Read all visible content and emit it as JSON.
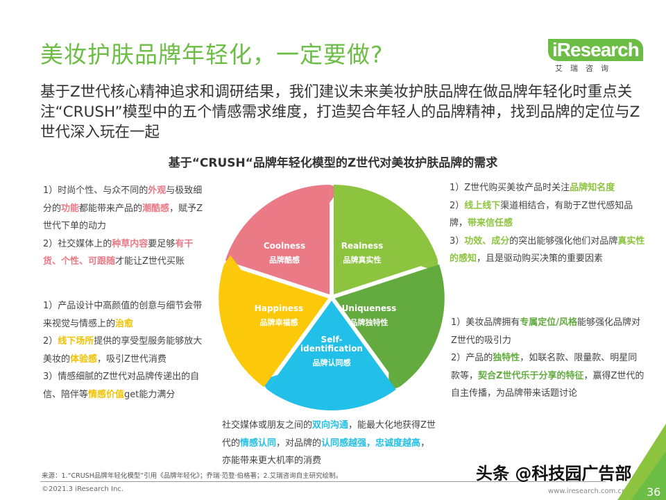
{
  "title": "美妆护肤品牌年轻化，一定要做?",
  "logo": {
    "word": "iResearch",
    "cn": "艾瑞咨询"
  },
  "intro": "基于Z世代核心精神追求和调研结果，我们建议未来美妆护肤品牌在做品牌年轻化时重点关注“CRUSH”模型中的五个情感需求维度，打造契合年轻人的品牌精神，找到品牌的定位与Z世代深入玩在一起",
  "subtitle": "基于“CRUSH“品牌年轻化模型的Z世代对美妆护肤品牌的需求",
  "colors": {
    "pink": "#ea7a86",
    "lightgreen": "#8cc43f",
    "green": "#63ab3f",
    "blue": "#22bfe8",
    "yellow": "#fcc80a",
    "title": "#6bbd45"
  },
  "segments": [
    {
      "en": "Coolness",
      "cn": "品牌酷感",
      "color": "#ea7a86"
    },
    {
      "en": "Realness",
      "cn": "品牌真实性",
      "color": "#8cc43f"
    },
    {
      "en": "Uniqueness",
      "cn": "品牌独特性",
      "color": "#63ab3f"
    },
    {
      "en": "Self-identification",
      "cn": "品牌认同感",
      "color": "#22bfe8"
    },
    {
      "en": "Happiness",
      "cn": "品牌幸福感",
      "color": "#fcc80a"
    }
  ],
  "paragraphs": {
    "coolness": {
      "color": "#ea7a86",
      "runs": [
        [
          "1）时尚个性、与众不同的",
          0
        ],
        [
          "外观",
          1
        ],
        [
          "与极致细分的",
          0
        ],
        [
          "功能",
          1
        ],
        [
          "都能带来产品的",
          0
        ],
        [
          "潮酷感",
          1
        ],
        [
          "，赋予Z世代下单的动力",
          0
        ],
        [
          "\n",
          0
        ],
        [
          "2）社交媒体上的",
          0
        ],
        [
          "种草内容",
          1
        ],
        [
          "要足够",
          0
        ],
        [
          "有干货、个性、可跟随",
          1
        ],
        [
          "才能让Z世代买账",
          0
        ]
      ]
    },
    "realness": {
      "color": "#8cc43f",
      "runs": [
        [
          "1）Z世代购买美妆产品时关注",
          0
        ],
        [
          "品牌知名度",
          1
        ],
        [
          "\n",
          0
        ],
        [
          "2）",
          0
        ],
        [
          "线上线下",
          1
        ],
        [
          "渠道相结合，有助于Z世代感知品牌，",
          0
        ],
        [
          "带来信任感",
          1
        ],
        [
          "\n",
          0
        ],
        [
          "3）",
          0
        ],
        [
          "功效、成分",
          1
        ],
        [
          "的突出能够强化他们对品牌",
          0
        ],
        [
          "真实性的感知",
          1
        ],
        [
          "，且是驱动购买决策的重要因素",
          0
        ]
      ]
    },
    "happiness": {
      "color": "#f2c200",
      "runs": [
        [
          "1）产品设计中高颜值的创意与细节会带来视觉与情感上的",
          0
        ],
        [
          "治愈",
          1
        ],
        [
          "\n",
          0
        ],
        [
          "2）",
          0
        ],
        [
          "线下场所",
          1
        ],
        [
          "提供的享受型服务能够放大美妆的",
          0
        ],
        [
          "体验感",
          1
        ],
        [
          "，吸引Z世代消费",
          0
        ],
        [
          "\n",
          0
        ],
        [
          "3）情感细腻的Z世代对品牌传递出的自信、陪伴等",
          0
        ],
        [
          "情感价值",
          1
        ],
        [
          "get能力满分",
          0
        ]
      ]
    },
    "uniqueness": {
      "color": "#63ab3f",
      "runs": [
        [
          "1）美妆品牌拥有",
          0
        ],
        [
          "专属定位/风格",
          1
        ],
        [
          "能够强化品牌对Z世代的吸引力",
          0
        ],
        [
          "\n",
          0
        ],
        [
          "2）产品的",
          0
        ],
        [
          "独特性",
          1
        ],
        [
          "，如联名款、限量款、明星同款等，",
          0
        ],
        [
          "契合Z世代乐于分享的特征",
          1
        ],
        [
          "，赢得Z世代的自主传播，为品牌带来话题讨论",
          0
        ]
      ]
    },
    "selfid": {
      "color": "#22bfe8",
      "runs": [
        [
          "社交媒体或朋友之间的",
          0
        ],
        [
          "双向沟通",
          1
        ],
        [
          "，能最大化地获得Z世代的",
          0
        ],
        [
          "情感认同",
          1
        ],
        [
          "，对品牌的",
          0
        ],
        [
          "认同感越强，忠诚度越高",
          1
        ],
        [
          "，亦能带来更大机率的消费",
          0
        ]
      ]
    }
  },
  "footer": {
    "source": "来源：1.“CRUSH品牌年轻化模型”引用《品牌年轻化》；乔瑞·范登·伯格著；2.艾瑞咨询自主研究绘制。",
    "copyright": "©2021.3 iResearch Inc.",
    "website": "www.iresearch.com.cn",
    "page": "36"
  },
  "watermark": "头条 @科技园广告部"
}
